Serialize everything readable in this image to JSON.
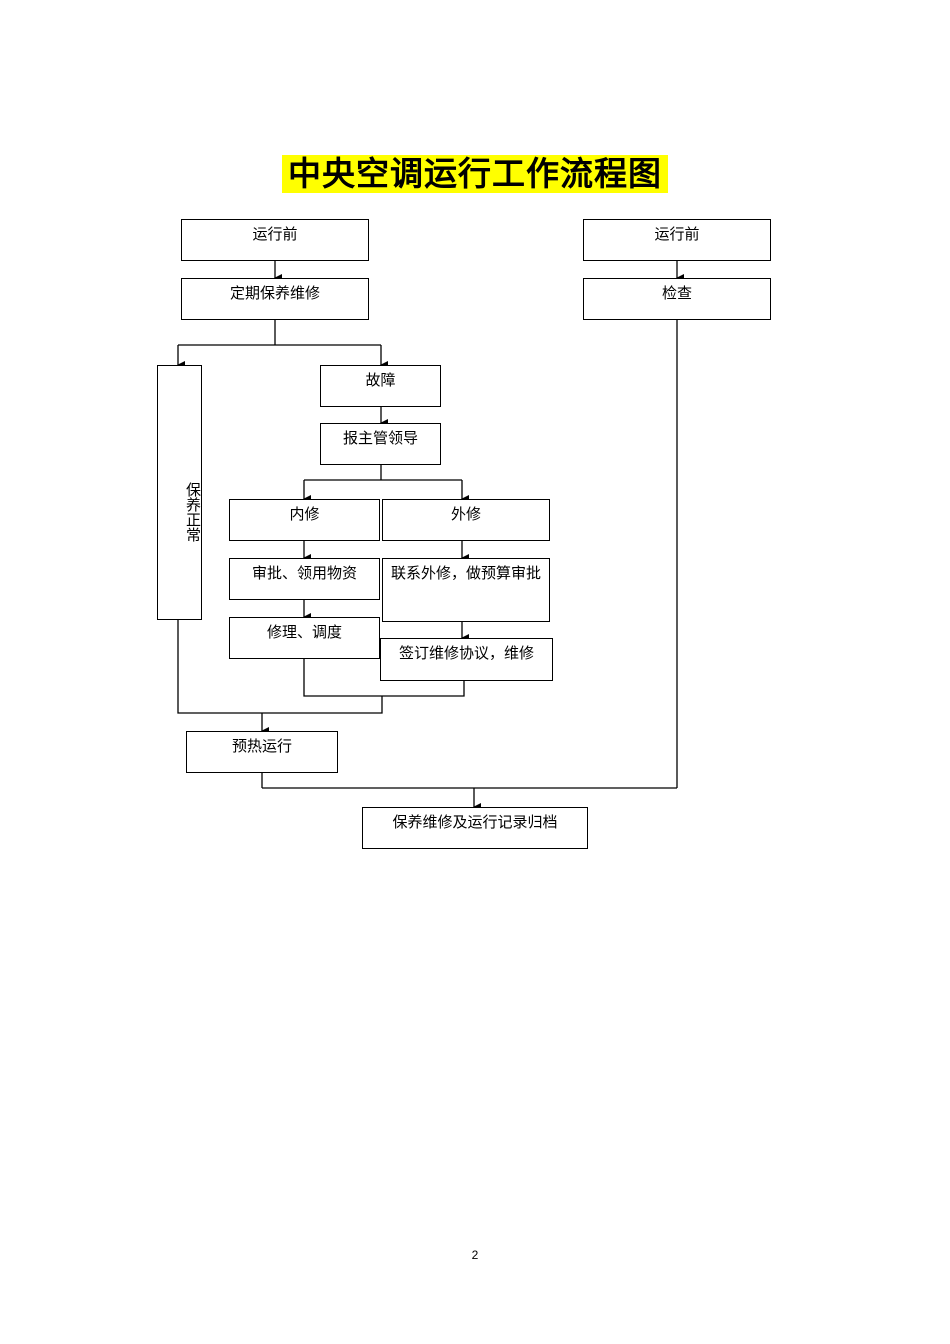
{
  "title": "中央空调运行工作流程图",
  "nodes": {
    "pre_run_left": "运行前",
    "pre_run_right": "运行前",
    "regular_maintenance": "定期保养维修",
    "inspection": "检查",
    "maintenance_normal": "保养正常",
    "fault": "故障",
    "report_supervisor": "报主管领导",
    "internal_repair": "内修",
    "external_repair": "外修",
    "approve_materials": "审批、领用物资",
    "contact_external": "联系外修，做预算审批",
    "repair_adjust": "修理、调度",
    "sign_agreement": "签订维修协议，维修",
    "preheat_run": "预热运行",
    "record_archive": "保养维修及运行记录归档"
  },
  "page_number": "2"
}
